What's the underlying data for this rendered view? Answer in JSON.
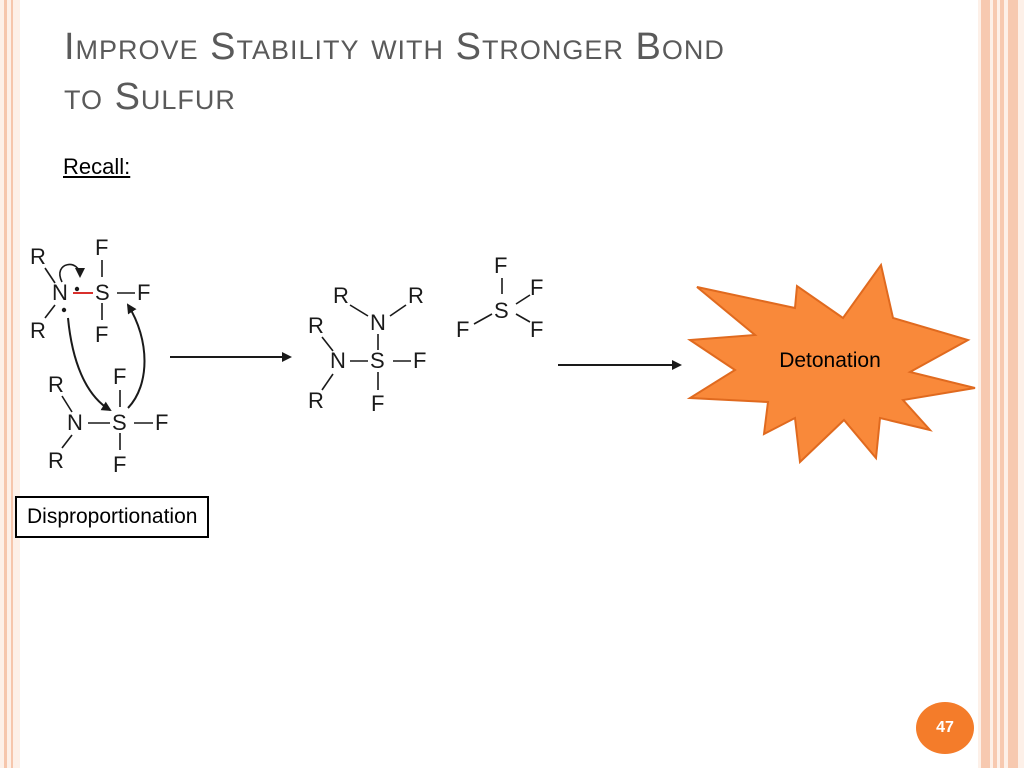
{
  "title": {
    "line1": "Improve Stability with Stronger Bond",
    "line2": "to Sulfur"
  },
  "recall_label": "Recall:",
  "box_label": "Disproportionation",
  "burst_label": "Detonation",
  "page_number": "47",
  "atoms": {
    "R": "R",
    "N": "N",
    "S": "S",
    "F": "F"
  },
  "colors": {
    "burst_fill": "#f9893a",
    "burst_stroke": "#e06a1f",
    "bond_highlight": "#d9302c",
    "page_badge": "#f47c2a",
    "title_text": "#5a5a5a"
  }
}
